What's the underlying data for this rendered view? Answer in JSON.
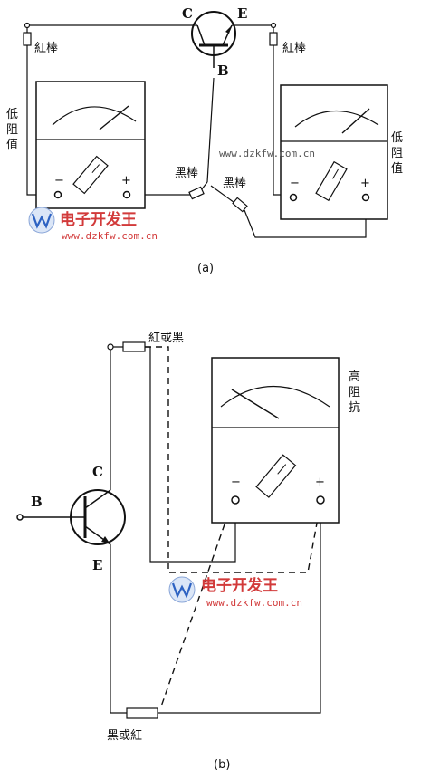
{
  "panel_a": {
    "caption": "(a)",
    "transistor": {
      "collector": "C",
      "emitter": "E",
      "base": "B"
    },
    "left_probe": "紅棒",
    "right_probe": "紅棒",
    "left_meter_side": "低阻值",
    "right_meter_side": "低阻值",
    "black_probe_left": "黑棒",
    "black_probe_right": "黑棒",
    "minus": "−",
    "plus": "+"
  },
  "panel_b": {
    "caption": "(b)",
    "transistor": {
      "collector": "C",
      "emitter": "E",
      "base": "B"
    },
    "top_probe": "紅或黑",
    "bottom_probe": "黑或紅",
    "meter_side": "高阻抗",
    "minus": "−",
    "plus": "+"
  },
  "watermarks": {
    "url_grey": "www.dzkfw.com.cn",
    "name": "电子开发王",
    "url": "www.dzkfw.com.cn"
  }
}
